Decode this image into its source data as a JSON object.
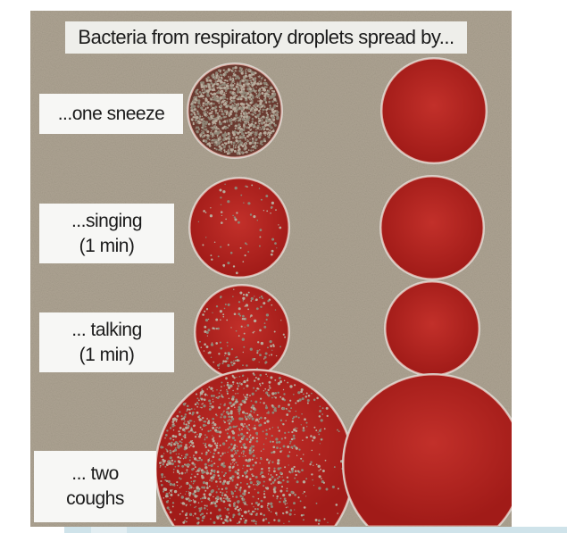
{
  "title": "Bacteria from respiratory droplets spread by...",
  "labels": [
    {
      "line1": "...one sneeze",
      "line2": ""
    },
    {
      "line1": "...singing",
      "line2": "(1 min)"
    },
    {
      "line1": "... talking",
      "line2": "(1 min)"
    },
    {
      "line1": "... two",
      "line2": "coughs"
    }
  ],
  "colors": {
    "agar": "#b3231e",
    "background": "#aea493",
    "colonies": "#8f8677"
  }
}
